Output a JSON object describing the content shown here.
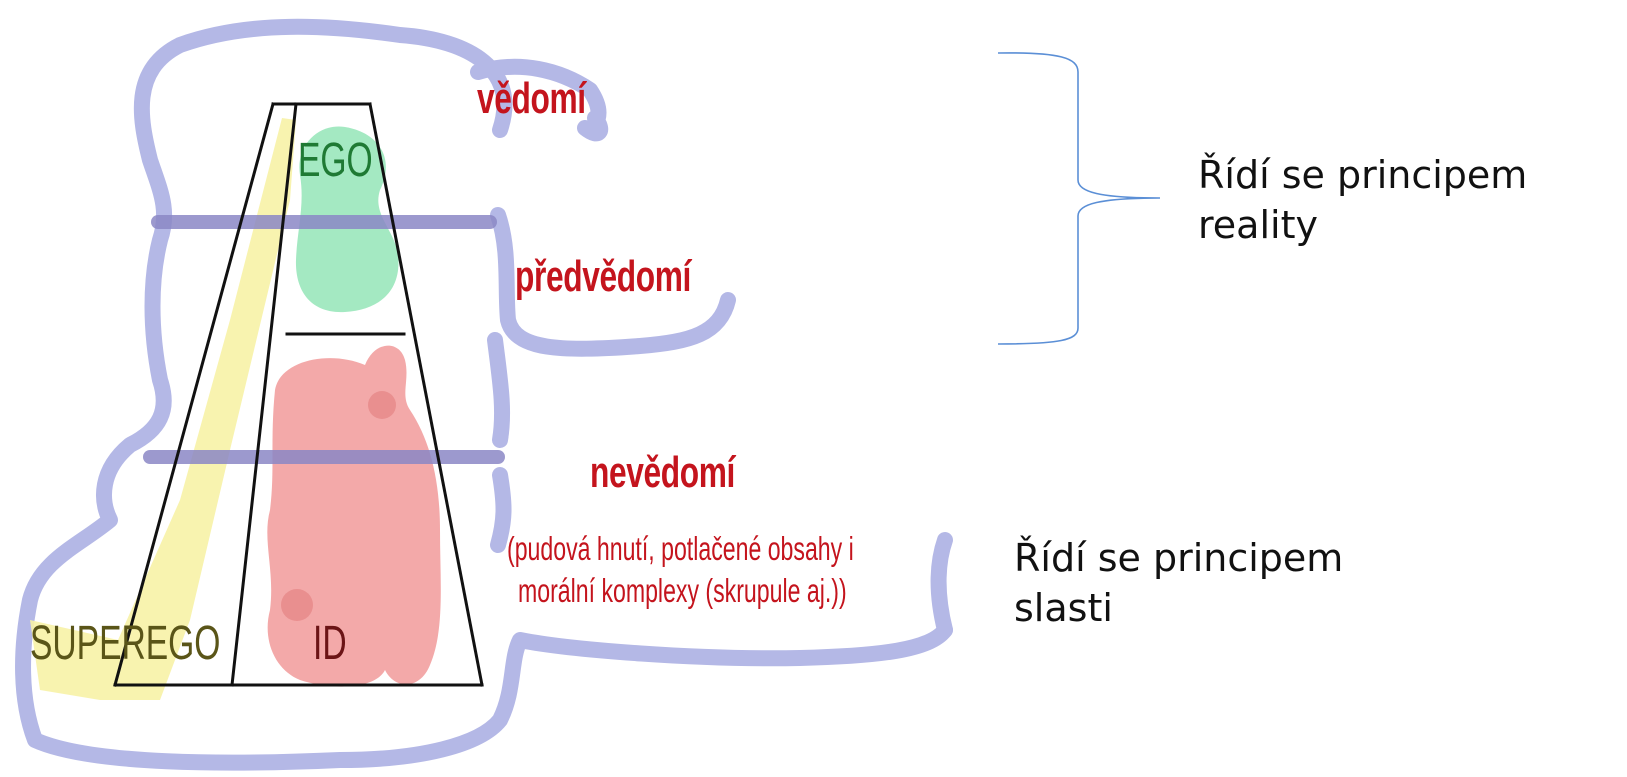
{
  "diagram": {
    "levels": {
      "conscious": "vědomí",
      "preconscious": "předvědomí",
      "unconscious": "nevědomí",
      "unconscious_detail_line1": "(pudová hnutí, potlačené obsahy i",
      "unconscious_detail_line2": "morální komplexy (skrupule aj.))"
    },
    "parts": {
      "ego": "EGO",
      "id": "ID",
      "superego": "SUPEREGO"
    },
    "notes": {
      "reality_line1": "Řídí se principem",
      "reality_line2": "reality",
      "pleasure_line1": "Řídí se principem",
      "pleasure_line2": "slasti"
    }
  },
  "colors": {
    "level_label": "#c4141d",
    "ego": "#1f7a34",
    "id": "#6b1416",
    "superego": "#5a5518",
    "outline_blob": "#b4b8e6",
    "divider": "#8b88c6",
    "ego_fill": "#9fe8bf",
    "id_fill": "#f2a4a4",
    "superego_fill": "#f7f2a6",
    "bracket": "#5b8fd6"
  }
}
